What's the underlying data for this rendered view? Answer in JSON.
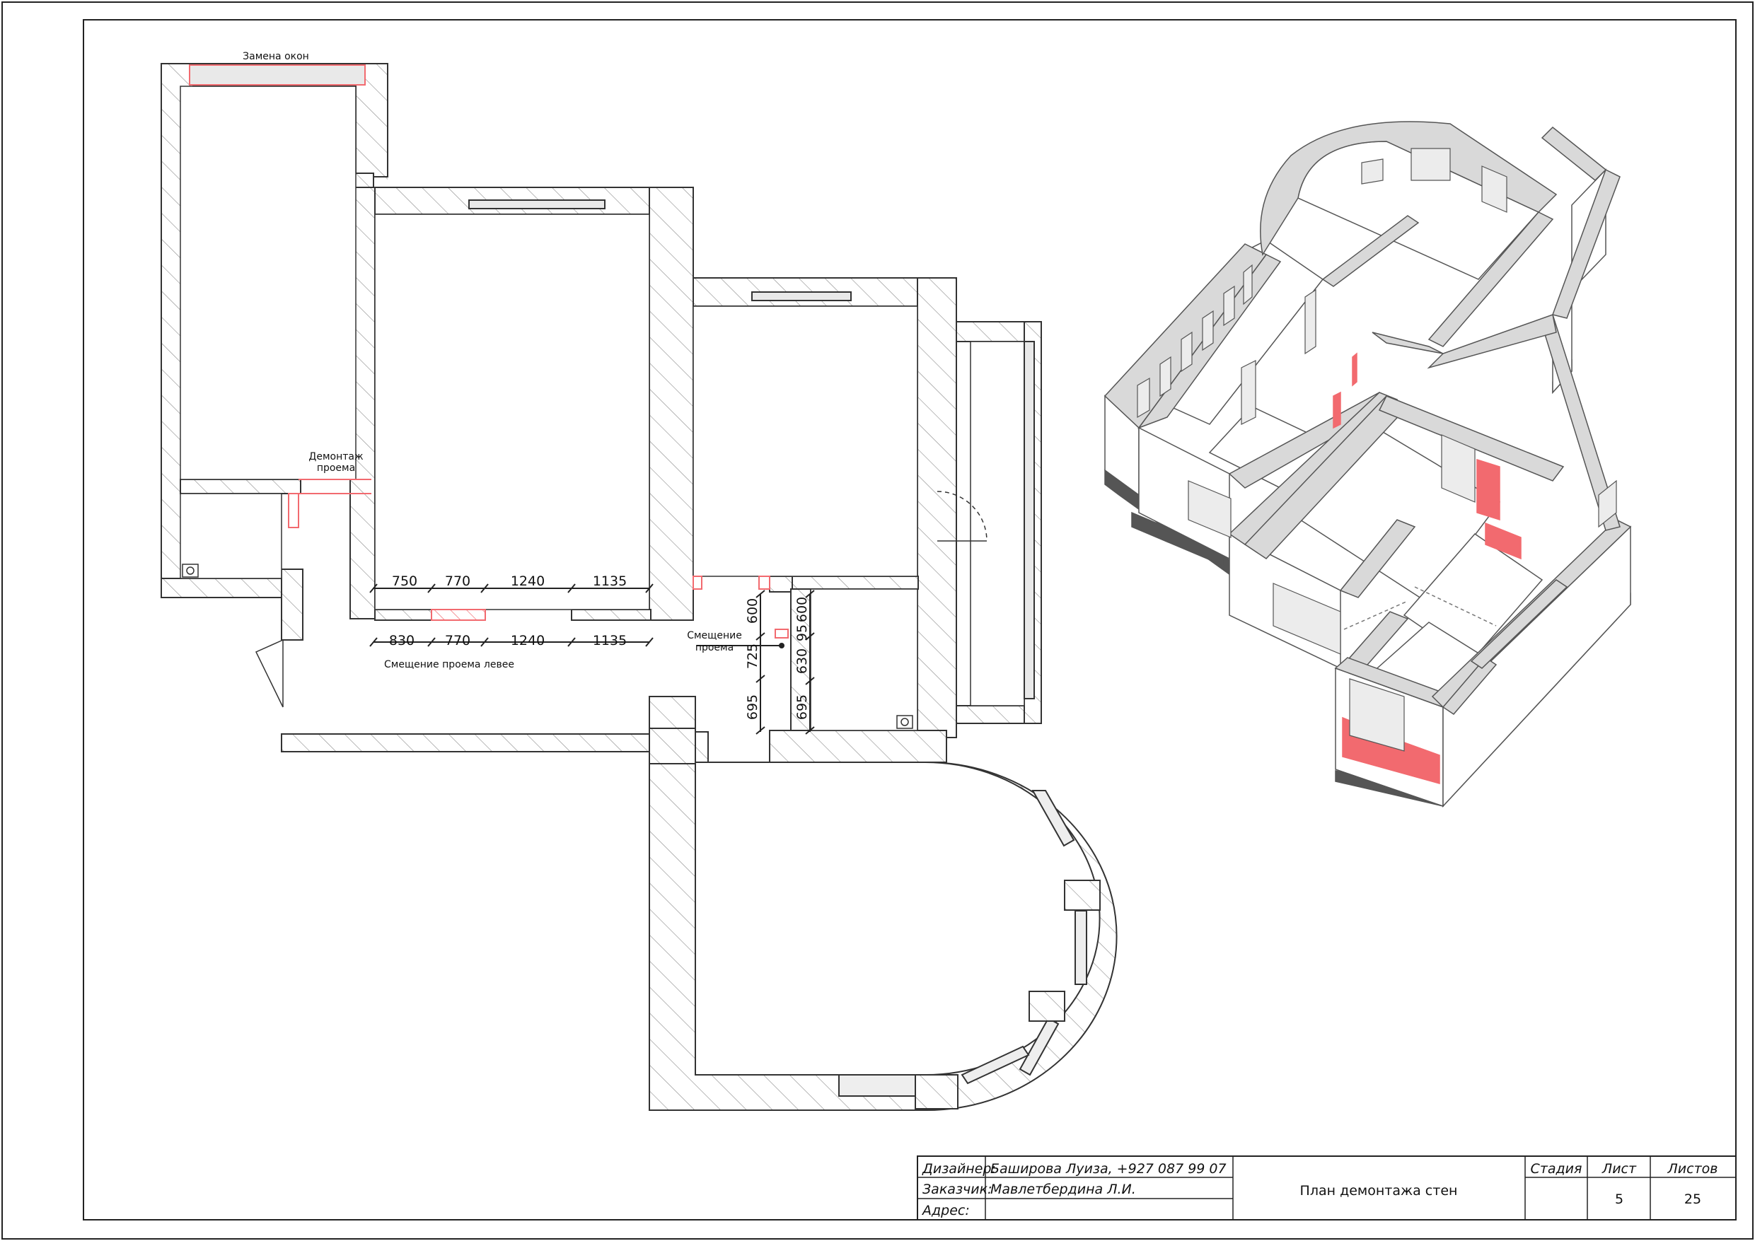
{
  "plan": {
    "annotations": {
      "window_replacement": "Замена окон",
      "opening_demolition_l1": "Демонтаж",
      "opening_demolition_l2": "проема",
      "opening_shift_left": "Смещение проема левее",
      "opening_shift_l1": "Смещение",
      "opening_shift_l2": "проема"
    },
    "dimensions": {
      "top_row": [
        "750",
        "770",
        "1240",
        "1135"
      ],
      "bottom_row": [
        "830",
        "770",
        "1240",
        "1135"
      ],
      "vertical_left": [
        "600",
        "725",
        "695"
      ],
      "vertical_right": [
        "600",
        "95",
        "630",
        "695"
      ]
    }
  },
  "title_block": {
    "designer_label": "Дизайнер:",
    "designer_value": "Баширова Луиза, +927 087 99 07",
    "customer_label": "Заказчик:",
    "customer_value": "Мавлетбердина Л.И.",
    "address_label": "Адрес:",
    "address_value": "",
    "sheet_title": "План демонтажа стен",
    "stage_label": "Стадия",
    "sheet_label": "Лист",
    "sheets_label": "Листов",
    "stage_value": "",
    "sheet_value": "5",
    "sheets_value": "25"
  },
  "colors": {
    "demolition": "#f26a6f",
    "wall_line": "#333333",
    "wall_top_iso": "#d9d9d9"
  }
}
